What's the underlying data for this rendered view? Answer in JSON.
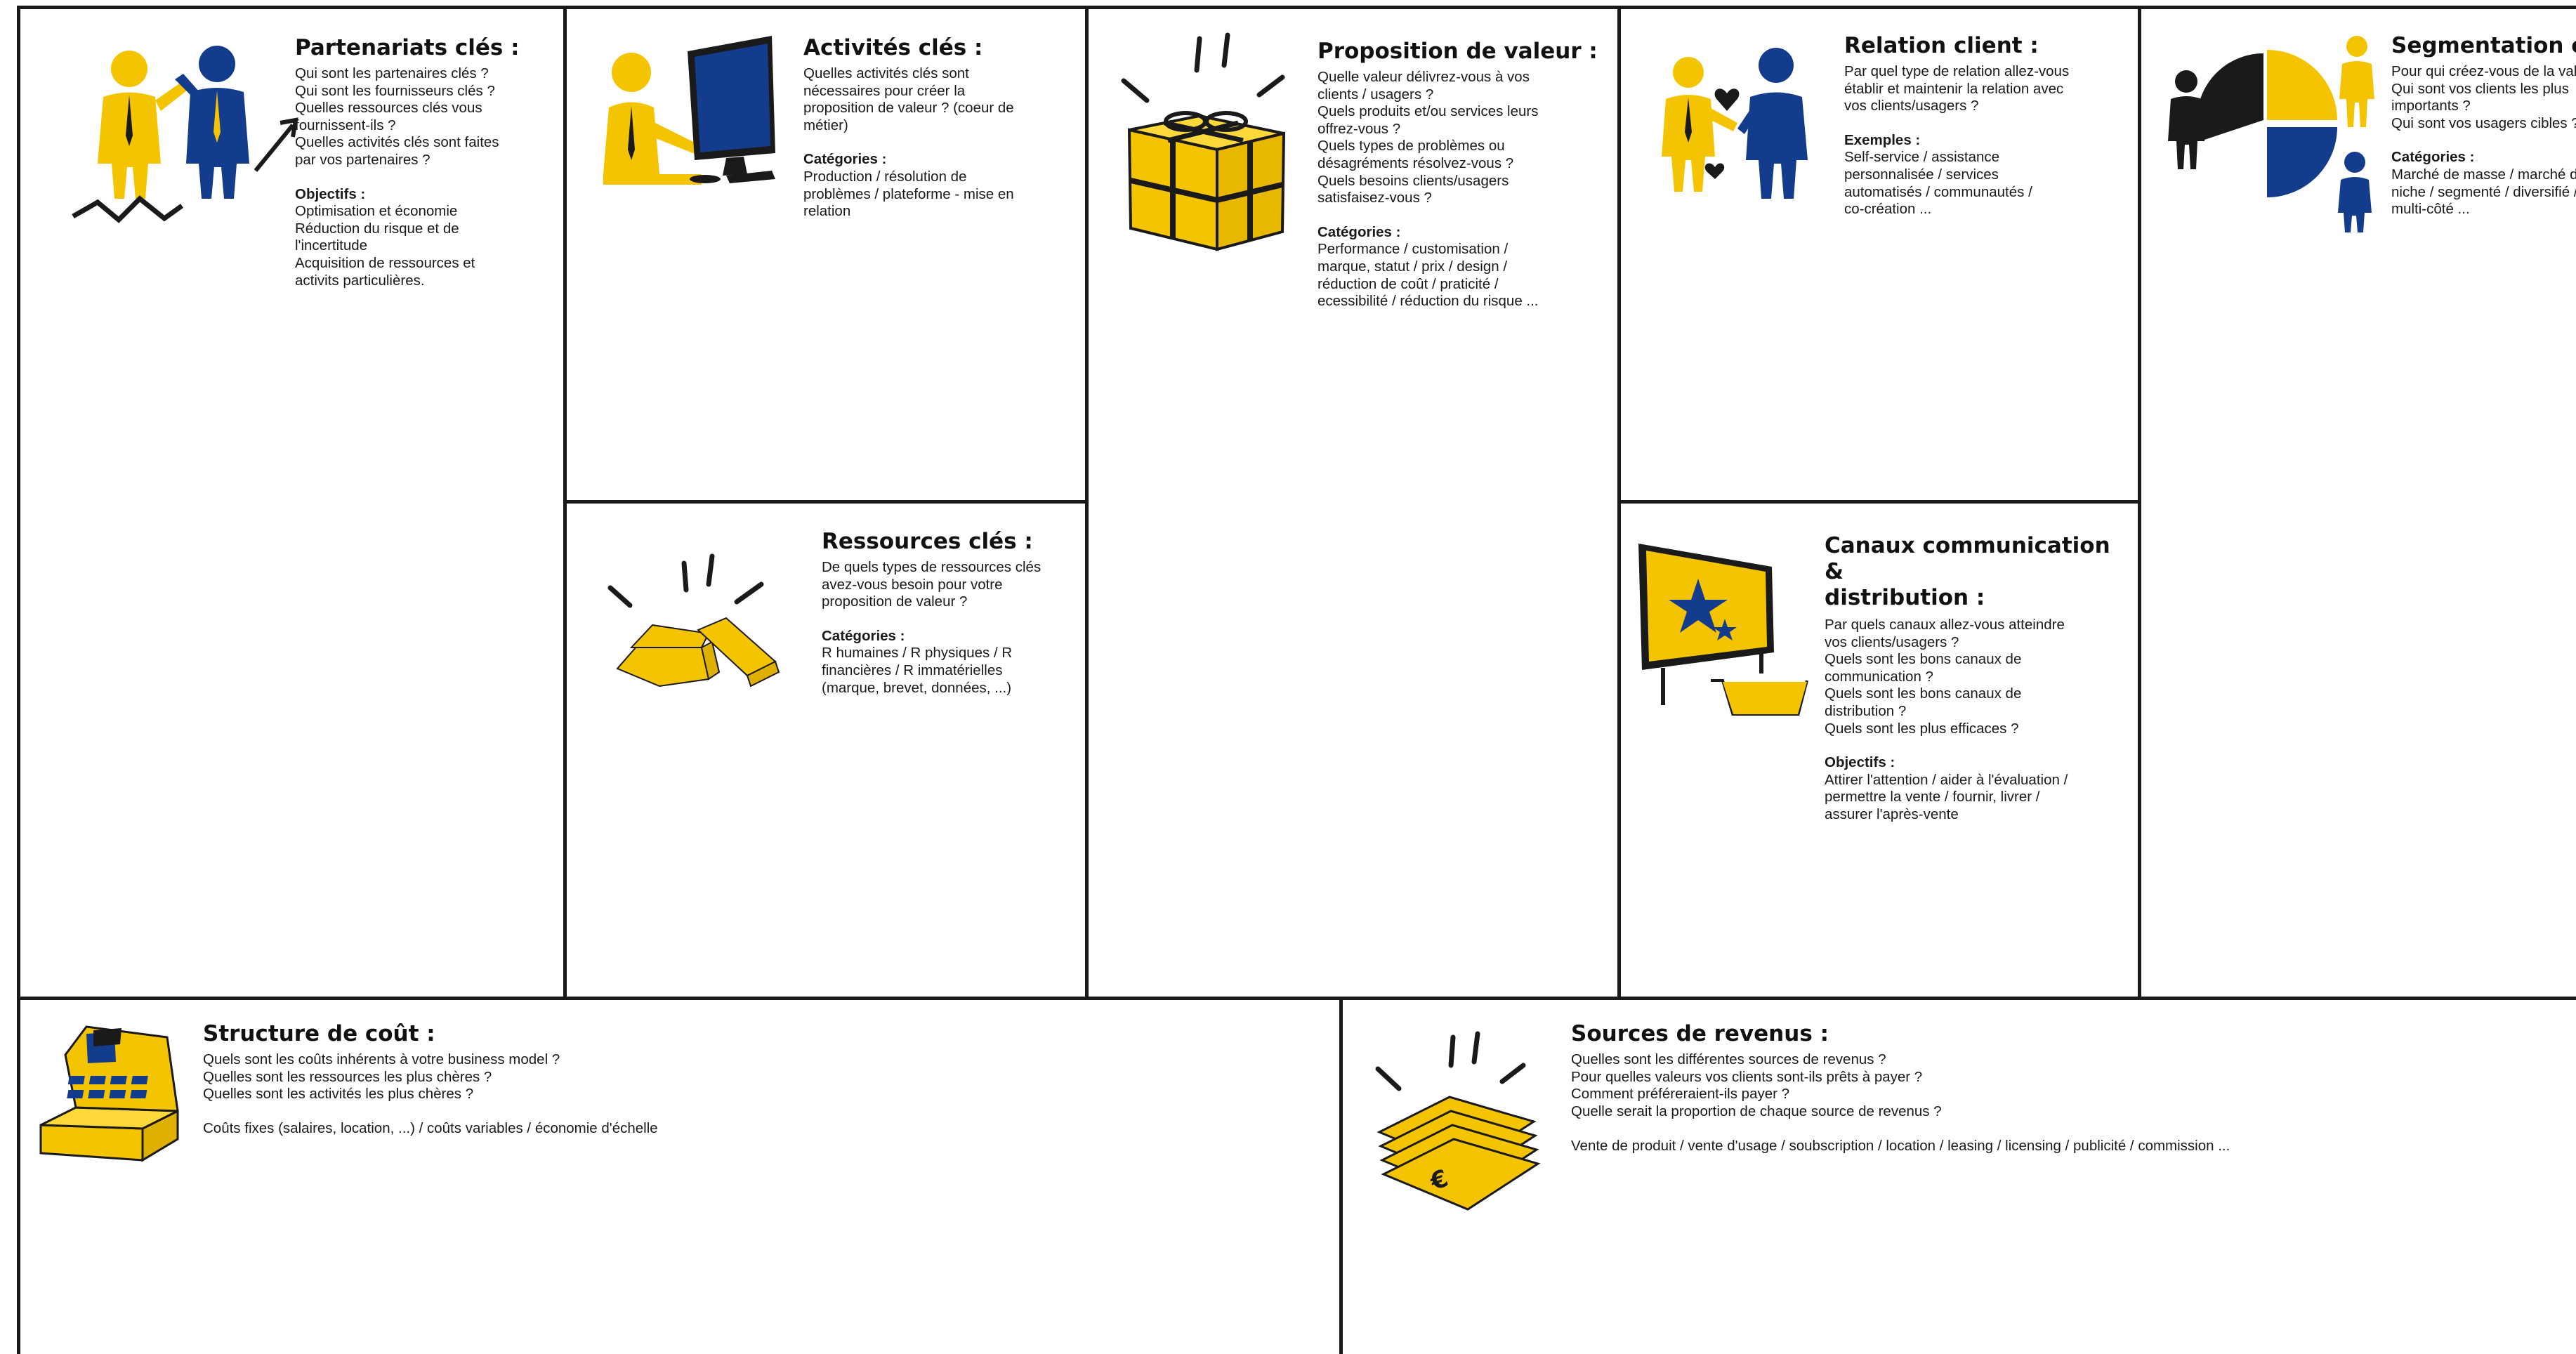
{
  "colors": {
    "accent": "#F5C400",
    "blue": "#143C8C",
    "ink": "#1a1a1a"
  },
  "partenaires": {
    "title": "Partenariats clés :",
    "q1": "Qui sont les partenaires clés ?",
    "q2": "Qui sont les fournisseurs clés ?",
    "q3": "Quelles ressources clés vous",
    "q4": "fournissent-ils ?",
    "q5": "Quelles activités clés sont faites",
    "q6": "par vos partenaires ?",
    "label": "Objectifs :",
    "o1": "Optimisation et économie",
    "o2": "Réduction du risque et de",
    "o3": "l'incertitude",
    "o4": "Acquisition de ressources et",
    "o5": "activits particulières.",
    "icon": "handshake-partners-icon"
  },
  "activites": {
    "title": "Activités clés :",
    "q1": "Quelles activités clés sont",
    "q2": "nécessaires pour créer la",
    "q3": "proposition de valeur ? (coeur de",
    "q4": "métier)",
    "label": "Catégories :",
    "c1": "Production / résolution de",
    "c2": "problèmes / plateforme - mise en",
    "c3": "relation",
    "icon": "person-computer-icon"
  },
  "ressources": {
    "title": "Ressources clés :",
    "q1": "De quels types de ressources clés",
    "q2": "avez-vous besoin pour votre",
    "q3": "proposition de valeur ?",
    "label": "Catégories :",
    "c1": "R humaines / R physiques / R",
    "c2": "financières / R immatérielles",
    "c3": "(marque, brevet, données, ...)",
    "icon": "gold-bars-icon"
  },
  "proposition": {
    "title": "Proposition de valeur :",
    "q1": "Quelle valeur délivrez-vous à vos",
    "q2": "clients / usagers ?",
    "q3": "Quels produits et/ou services leurs",
    "q4": "offrez-vous ?",
    "q5": "Quels types de problèmes ou",
    "q6": "désagréments résolvez-vous ?",
    "q7": "Quels besoins clients/usagers",
    "q8": "satisfaisez-vous ?",
    "label": "Catégories :",
    "c1": "Performance / customisation /",
    "c2": "marque, statut / prix / design /",
    "c3": "réduction de coût / praticité /",
    "c4": "ecessibilité / réduction du risque ...",
    "icon": "gift-box-icon"
  },
  "relation": {
    "title": "Relation client :",
    "q1": "Par quel type de relation allez-vous",
    "q2": "établir et maintenir la relation avec",
    "q3": "vos clients/usagers ?",
    "label": "Exemples :",
    "e1": "Self-service / assistance",
    "e2": "personnalisée / services",
    "e3": "automatisés / communautés /",
    "e4": "co-création ...",
    "icon": "people-relation-icon"
  },
  "canaux": {
    "title1": "Canaux communication &",
    "title2": "distribution :",
    "q1": "Par quels canaux allez-vous atteindre",
    "q2": "vos clients/usagers ?",
    "q3": "Quels sont les bons canaux de",
    "q4": "communication ?",
    "q5": "Quels sont les bons canaux de",
    "q6": "distribution ?",
    "q7": "Quels sont les plus efficaces ?",
    "label": "Objectifs :",
    "o1": "Attirer l'attention / aider à l'évaluation /",
    "o2": "permettre la vente / fournir, livrer /",
    "o3": "assurer l'après-vente",
    "icon": "billboard-cart-icon"
  },
  "segmentation": {
    "title": "Segmentation clients :",
    "q1": "Pour qui créez-vous de la valeur ?",
    "q2": "Qui sont vos clients les plus",
    "q3": "importants ?",
    "q4": "Qui sont vos usagers cibles ?",
    "label": "Catégories :",
    "c1": "Marché de masse / marché de",
    "c2": "niche / segmenté / diversifié /",
    "c3": "multi-côté ...",
    "icon": "pie-people-icon"
  },
  "couts": {
    "title": "Structure de coût :",
    "q1": "Quels sont les coûts inhérents à votre business model ?",
    "q2": "Quelles sont les ressources les plus chères ?",
    "q3": "Quelles sont les activités les plus chères ?",
    "c1": "Coûts fixes (salaires, location, ...) / coûts variables / économie d'échelle",
    "icon": "cash-register-icon"
  },
  "revenus": {
    "title": "Sources de revenus :",
    "q1": "Quelles sont les différentes sources de revenus ?",
    "q2": "Pour quelles valeurs vos clients sont-ils prêts à payer ?",
    "q3": "Comment préféreraient-ils payer ?",
    "q4": "Quelle serait la proportion de chaque source de revenus ?",
    "c1": "Vente de produit / vente d'usage / soubscription / location / leasing / licensing / publicité / commission ...",
    "icon": "banknotes-icon"
  }
}
